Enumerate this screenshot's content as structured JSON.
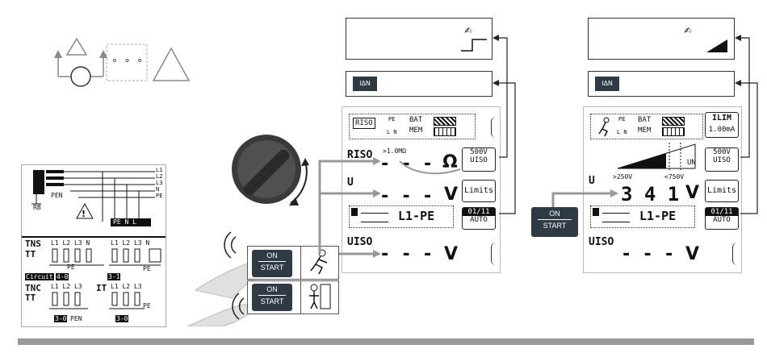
{
  "top_symbols": {
    "dots": "° ° °"
  },
  "wiring": {
    "lines": [
      "L1",
      "L2",
      "L3",
      "N",
      "PE"
    ],
    "pen": "PEN",
    "rb": "RB",
    "pe_n_l": "PE N L"
  },
  "systems": {
    "tns": "TNS",
    "tt1": "TT",
    "tnc": "TNC",
    "tt2": "TT",
    "it": "IT",
    "l1": "L1",
    "l2": "L2",
    "l3": "L3",
    "n": "N",
    "pe": "PE",
    "pen": "PEN",
    "circuit": "Circuit",
    "c1": "4-0",
    "c2": "3-1",
    "c3": "3-0",
    "c4": "3-0"
  },
  "buttons": {
    "on": "ON",
    "start": "START"
  },
  "left_display": {
    "top_right_icon": "✍",
    "idn_label": "IΔN",
    "riso_icon": "RISO",
    "pe_sym": "PE",
    "ln_sym": "L N",
    "bat": "BAT",
    "mem": "MEM",
    "riso_label": "RISO",
    "riso_range": ">1.0MΩ",
    "riso_value": "- - -",
    "riso_unit": "Ω",
    "u_label": "U",
    "u_value": "- - -",
    "u_unit": "V",
    "uiso_label": "UISO",
    "uiso_value": "- - -",
    "uiso_unit": "V",
    "key_500v": "500V",
    "key_uiso": "UISO",
    "key_limits": "Limits",
    "key_circuit": "L1-PE",
    "key_count": "01/11",
    "key_auto": "AUTO"
  },
  "right_display": {
    "top_right_icon": "✍",
    "idn_label": "IΔN",
    "pe_sym": "PE",
    "ln_sym": "L N",
    "bat": "BAT",
    "mem": "MEM",
    "ilim": "ILIM",
    "ilim_val": "1.00mA",
    "un": "UN",
    "u_label": "U",
    "u_min": ">250V",
    "u_max": "<750V",
    "u_value": "3 4 1",
    "u_unit": "V",
    "uiso_label": "UISO",
    "uiso_value": "- - -",
    "uiso_unit": "V",
    "key_500v": "500V",
    "key_uiso": "UISO",
    "key_limits": "Limits",
    "key_circuit": "L1-PE",
    "key_count": "01/11",
    "key_auto": "AUTO"
  },
  "colors": {
    "button": "#2f3a44",
    "arrow": "#999999",
    "lcd_border": "#bbbbbb"
  }
}
